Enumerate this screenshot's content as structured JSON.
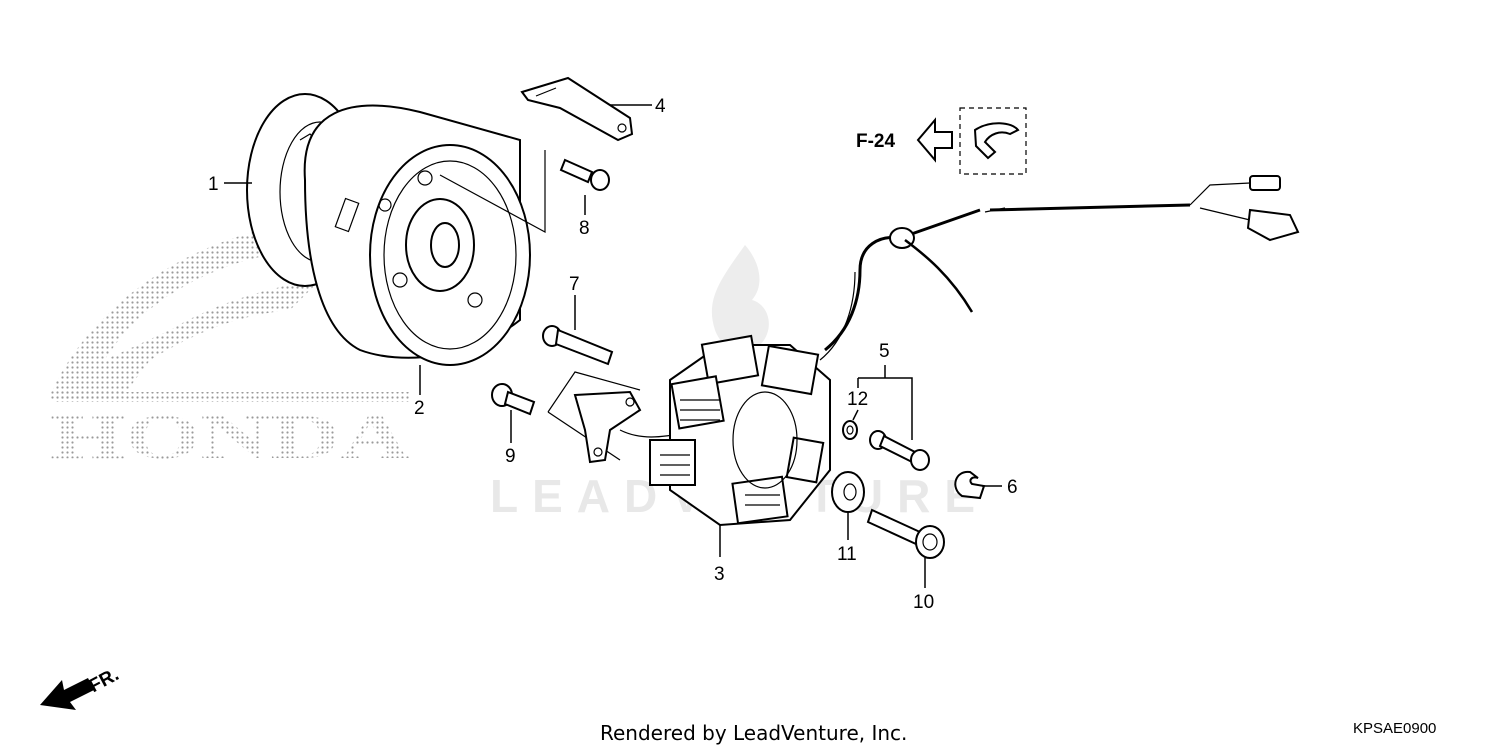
{
  "diagram": {
    "callouts": [
      {
        "id": "1",
        "label": "1"
      },
      {
        "id": "2",
        "label": "2"
      },
      {
        "id": "3",
        "label": "3"
      },
      {
        "id": "4",
        "label": "4"
      },
      {
        "id": "5",
        "label": "5"
      },
      {
        "id": "6",
        "label": "6"
      },
      {
        "id": "7",
        "label": "7"
      },
      {
        "id": "8",
        "label": "8"
      },
      {
        "id": "9",
        "label": "9"
      },
      {
        "id": "10",
        "label": "10"
      },
      {
        "id": "11",
        "label": "11"
      },
      {
        "id": "12",
        "label": "12"
      }
    ],
    "reference": "F-24",
    "direction_label": "FR.",
    "brand_watermark": "HONDA",
    "vendor_watermark": "LEADVENTURE",
    "footer": "Rendered by LeadVenture, Inc.",
    "diagram_code": "KPSAE0900"
  }
}
